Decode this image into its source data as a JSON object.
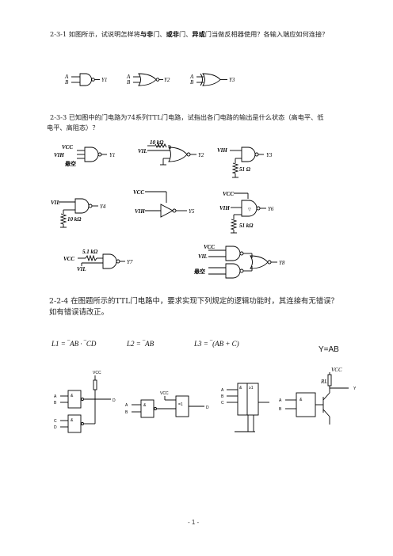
{
  "q231": {
    "prefix": "2-3-1  如图所示，试说明怎样将",
    "k1": "与非",
    "m1": "门、",
    "k2": "或非",
    "m2": "门、",
    "k3": "异或",
    "suffix": "门当做反相器使用？各输入端应如何连接？"
  },
  "q233": {
    "line1": "2-3-3  已知图中的门电路为74系列TTL门电路，试指出各门电路的输出是什么状态（高电平、低",
    "line2": "电平、高阻态）？"
  },
  "q224": {
    "line1": "2-2-4 在图题所示的TTL门电路中，要求实现下列规定的逻辑功能时，其连接有无错误？",
    "line2": "如有错误请改正。"
  },
  "labels": {
    "A": "A",
    "B": "B",
    "C": "C",
    "D": "D",
    "Y1": "Y1",
    "Y2": "Y2",
    "Y3": "Y3",
    "Y4": "Y4",
    "Y5": "Y5",
    "Y6": "Y6",
    "Y7": "Y7",
    "Y8": "Y8",
    "VCC": "VCC",
    "VIH": "VIH",
    "VIL": "VIL",
    "floating": "悬空",
    "r10k": "10 kΩ",
    "r51": "51 Ω",
    "r51k": "51 kΩ",
    "r5k1": "5.1 kΩ",
    "RL": "RL",
    "Y": "Y",
    "and_sym": "&",
    "ge1": "≥1",
    "eq1": "=1",
    "tri": "▽"
  },
  "equations": {
    "L1": "L1 = ‾AB · ‾CD",
    "L2": "L2 = ‾AB",
    "L3": "L3 = ‾(AB + C)",
    "Y": "Y=AB"
  },
  "page_number": "- 1 -"
}
